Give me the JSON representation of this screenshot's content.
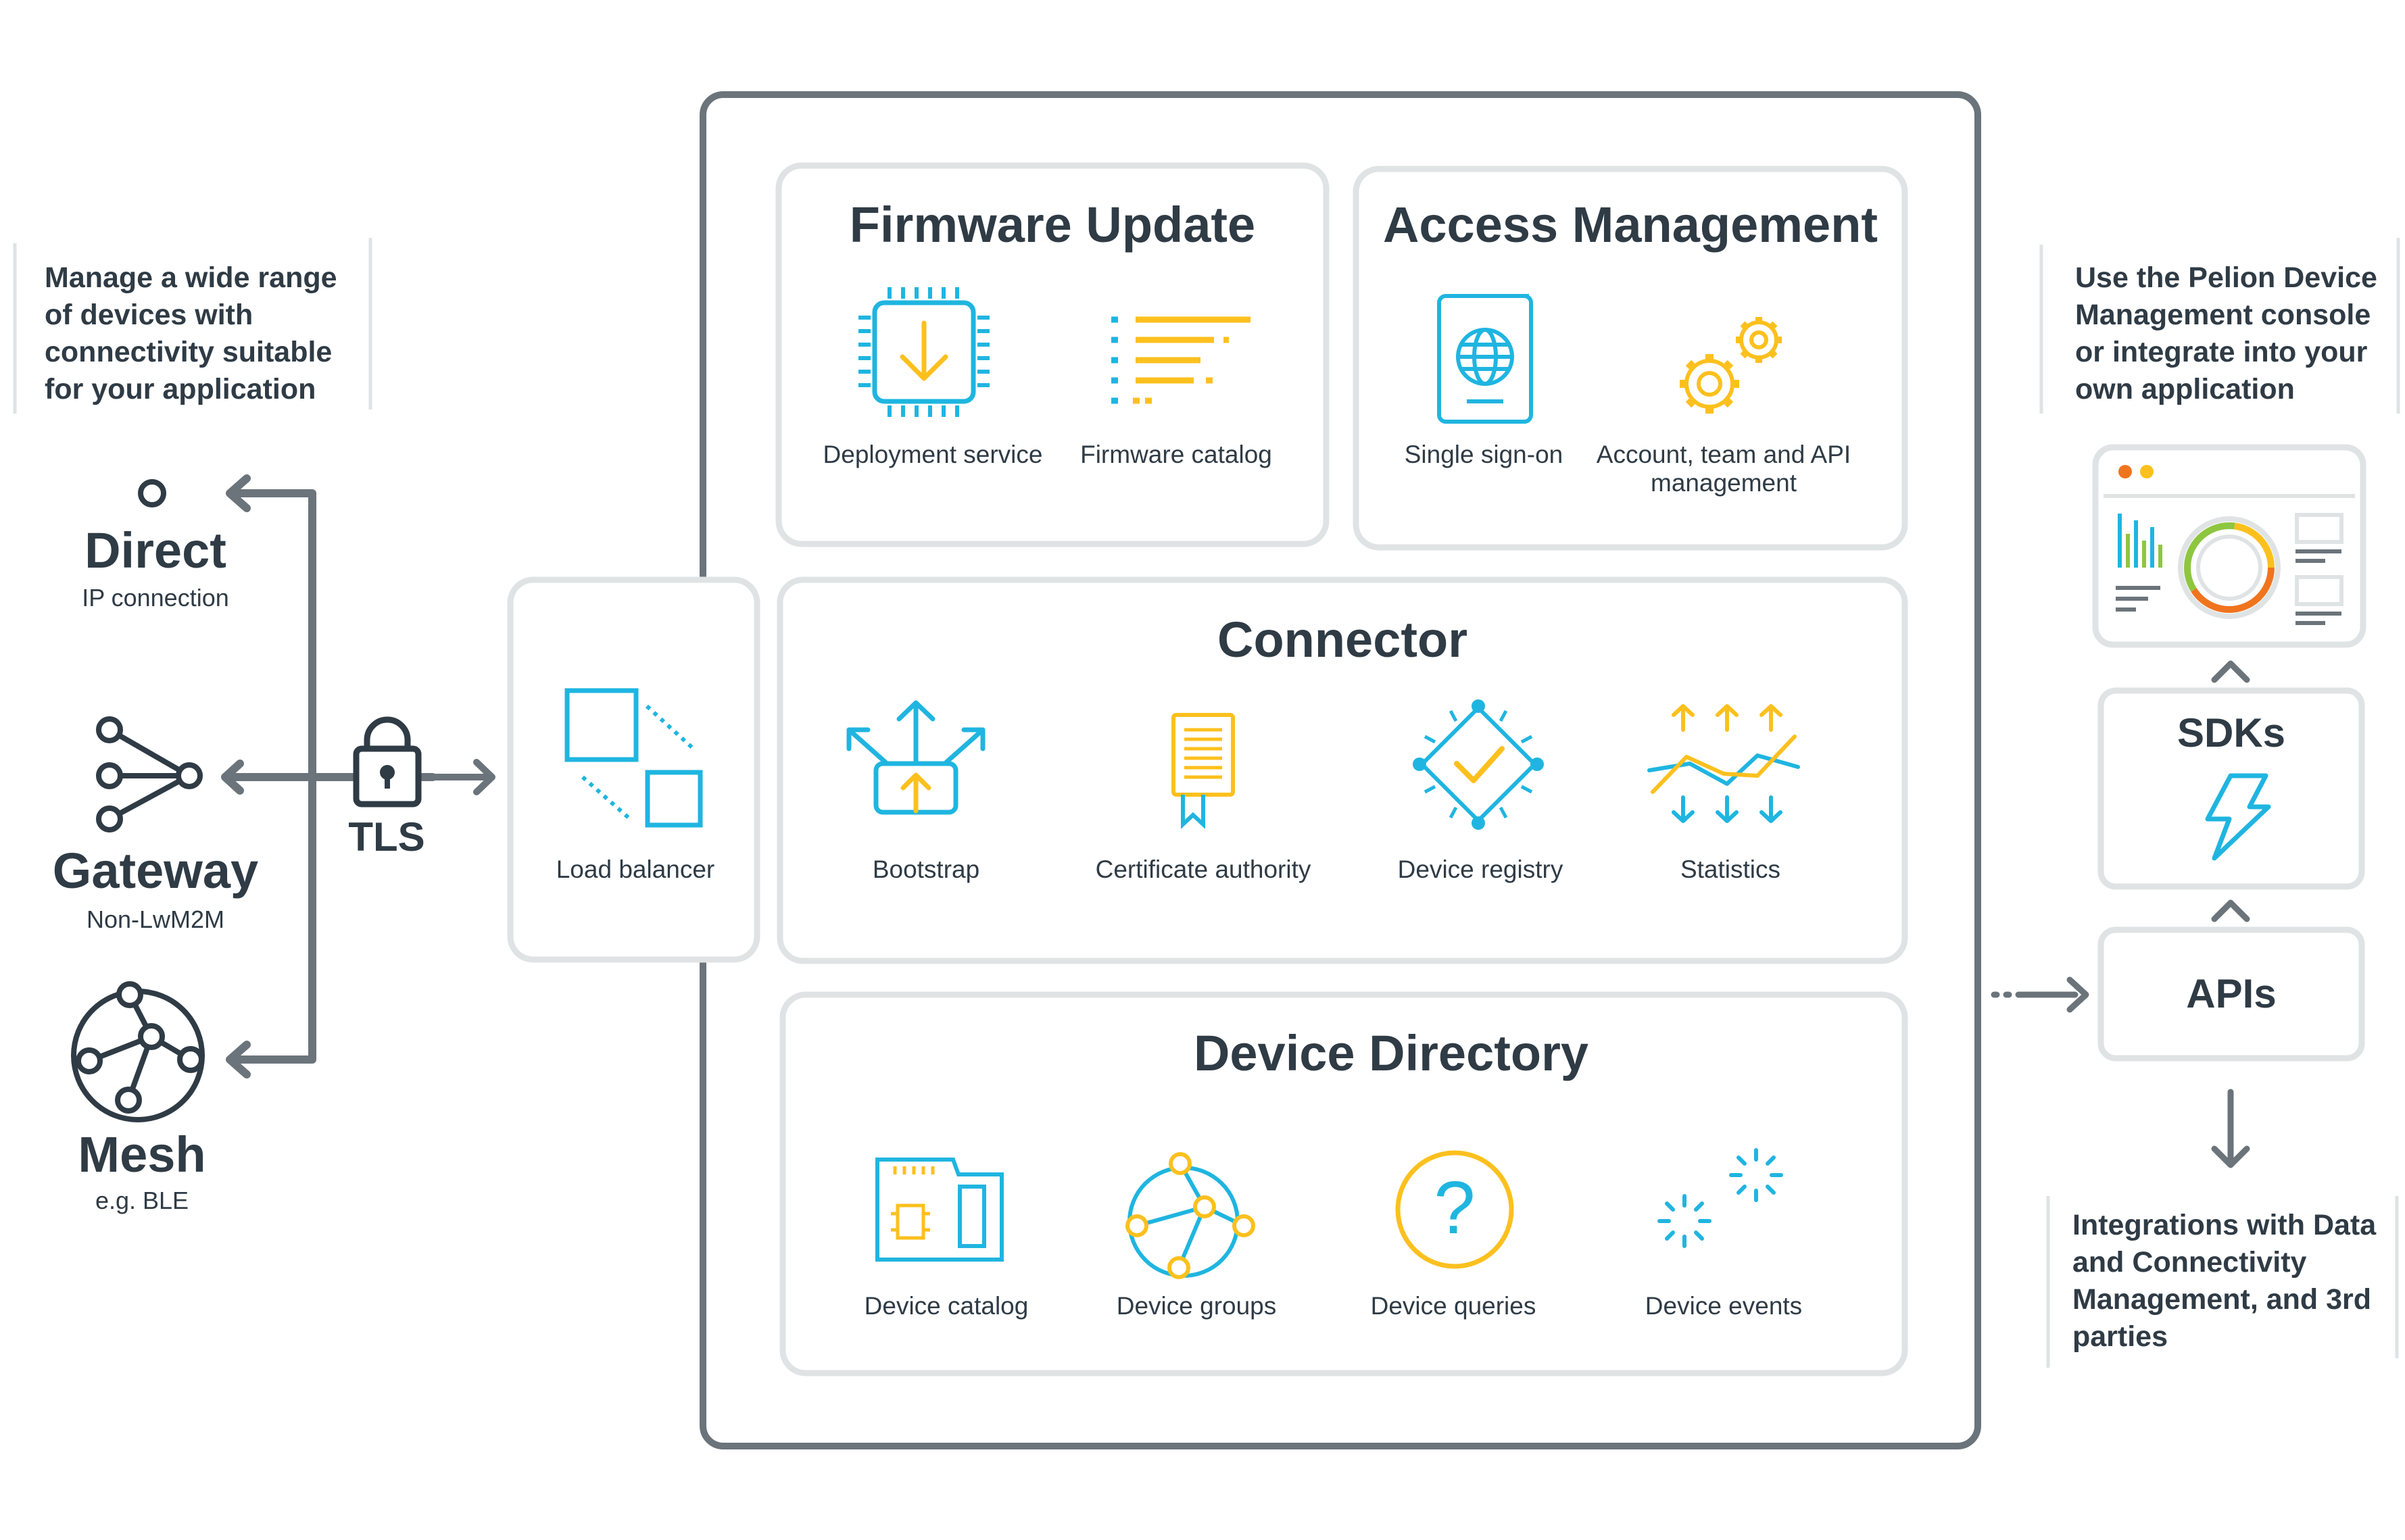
{
  "left_note": [
    "Manage a wide range",
    "of devices with",
    "connectivity suitable",
    "for your application"
  ],
  "connections": {
    "direct": {
      "title": "Direct",
      "subtitle": "IP connection"
    },
    "gateway": {
      "title": "Gateway",
      "subtitle": "Non-LwM2M"
    },
    "mesh": {
      "title": "Mesh",
      "subtitle": "e.g. BLE"
    },
    "tls": "TLS"
  },
  "load_balancer": {
    "label": "Load balancer"
  },
  "firmware_update": {
    "title": "Firmware Update",
    "items": [
      "Deployment service",
      "Firmware catalog"
    ]
  },
  "access_management": {
    "title": "Access Management",
    "items": [
      "Single sign-on",
      "Account, team and API",
      "management"
    ]
  },
  "connector": {
    "title": "Connector",
    "items": [
      "Bootstrap",
      "Certificate authority",
      "Device registry",
      "Statistics"
    ]
  },
  "device_directory": {
    "title": "Device Directory",
    "items": [
      "Device catalog",
      "Device groups",
      "Device queries",
      "Device events"
    ]
  },
  "right_note_top": [
    "Use the Pelion Device",
    "Management console",
    "or integrate into your",
    "own application"
  ],
  "sdks": {
    "label": "SDKs"
  },
  "apis": {
    "label": "APIs"
  },
  "right_note_bottom": [
    "Integrations with Data",
    "and Connectivity",
    "Management, and 3rd",
    "parties"
  ],
  "colors": {
    "cyan": "#1fb5e0",
    "yellow": "#fcc01e",
    "dark": "#2f3b45",
    "frame": "#6b747b",
    "panel_border": "#dfe3e4",
    "orange": "#f0741e",
    "green": "#8ec63f"
  }
}
